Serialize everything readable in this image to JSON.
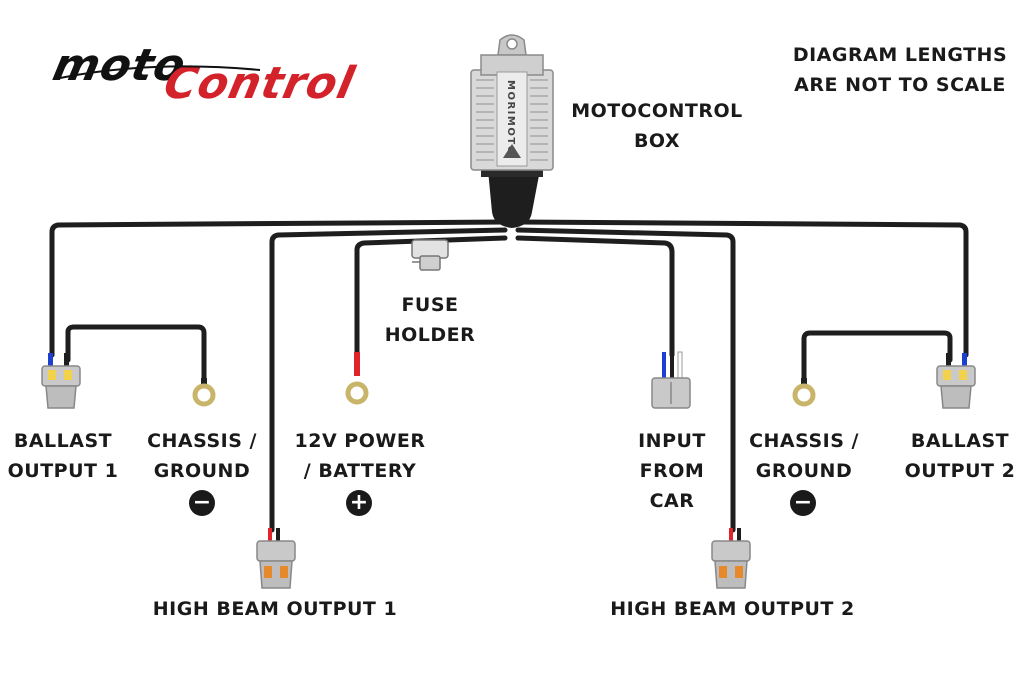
{
  "logo": {
    "part1": "moto",
    "part2": "Control",
    "part1_color": "#111111",
    "part2_color": "#d3222a"
  },
  "box": {
    "brand": "MORIMOTO"
  },
  "labels": {
    "note_line1": "DIAGRAM LENGTHS",
    "note_line2": "ARE NOT TO SCALE",
    "box_line1": "MOTOCONTROL",
    "box_line2": "BOX",
    "fuse_line1": "FUSE",
    "fuse_line2": "HOLDER",
    "ballast1_line1": "BALLAST",
    "ballast1_line2": "OUTPUT 1",
    "chassis1_line1": "CHASSIS /",
    "chassis1_line2": "GROUND",
    "power_line1": "12V POWER",
    "power_line2": "/ BATTERY",
    "input_line1": "INPUT",
    "input_line2": "FROM",
    "input_line3": "CAR",
    "chassis2_line1": "CHASSIS /",
    "chassis2_line2": "GROUND",
    "ballast2_line1": "BALLAST",
    "ballast2_line2": "OUTPUT 2",
    "highbeam1": "HIGH BEAM OUTPUT 1",
    "highbeam2": "HIGH BEAM OUTPUT 2"
  },
  "symbols": {
    "minus": "−",
    "plus": "+"
  },
  "colors": {
    "wire": "#1e1e1e",
    "wire_red": "#e0242a",
    "wire_blue": "#1d3fd1",
    "connector": "#b9b9b9",
    "pin_yellow": "#f1d24a",
    "pin_orange": "#e6892a",
    "ring_terminal": "#d8c98a"
  }
}
